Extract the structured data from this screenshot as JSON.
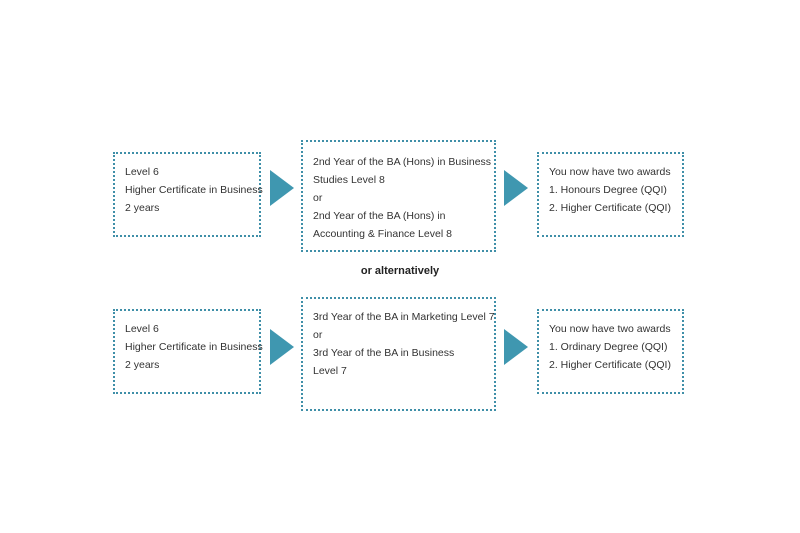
{
  "colors": {
    "border": "#3f8fa8",
    "arrow": "#3f97b0"
  },
  "rows": [
    {
      "source": {
        "lines": [
          "Level 6",
          "Higher Certificate in Business",
          "2 years"
        ]
      },
      "arrow1_icon": "right-triangle-arrow-icon",
      "program": {
        "lines": [
          "2nd Year of the BA (Hons) in Business",
          "Studies Level 8",
          "or",
          "2nd Year of the BA (Hons) in",
          "Accounting & Finance Level 8"
        ]
      },
      "arrow2_icon": "right-triangle-arrow-icon",
      "award": {
        "lines": [
          "You now have two awards",
          "1. Honours Degree (QQI)",
          "2. Higher Certificate (QQI)"
        ]
      }
    },
    {
      "source": {
        "lines": [
          "Level 6",
          "Higher Certificate in Business",
          "2 years"
        ]
      },
      "arrow1_icon": "right-triangle-arrow-icon",
      "program": {
        "lines": [
          "3rd Year of the BA in Marketing Level 7",
          "or",
          "3rd Year of the BA in Business",
          "Level 7"
        ]
      },
      "arrow2_icon": "right-triangle-arrow-icon",
      "award": {
        "lines": [
          "You now have two awards",
          "1. Ordinary Degree (QQI)",
          "2. Higher Certificate (QQI)"
        ]
      }
    }
  ],
  "separator": "or alternatively"
}
